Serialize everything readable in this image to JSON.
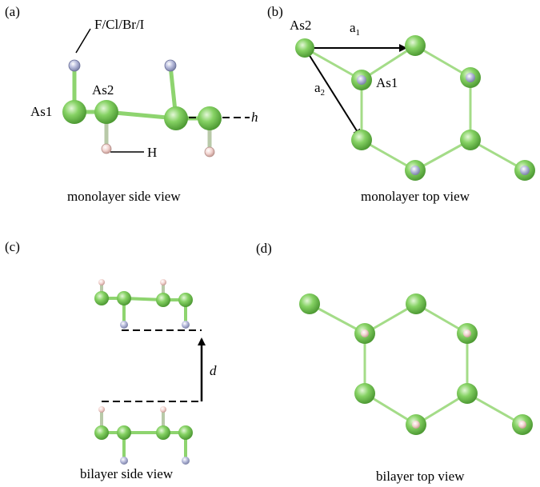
{
  "panels": {
    "a": {
      "tag": "(a)",
      "caption": "monolayer side view",
      "label_halogen": "F/Cl/Br/I",
      "label_as2": "As2",
      "label_as1": "As1",
      "label_h": "H",
      "label_height": "h"
    },
    "b": {
      "tag": "(b)",
      "caption": "monolayer top view",
      "label_as2": "As2",
      "label_as1": "As1",
      "vec1_letter": "a",
      "vec1_sub": "1",
      "vec2_letter": "a",
      "vec2_sub": "2"
    },
    "c": {
      "tag": "(c)",
      "caption": "bilayer side view",
      "label_distance": "d"
    },
    "d": {
      "tag": "(d)",
      "caption": "bilayer top view"
    }
  },
  "colors": {
    "arsenic": "#7fcf5e",
    "arsenic_edge": "#5aa640",
    "bond": "#8ed46f",
    "halogen": "#aab0d0",
    "hydrogen": "#f0d0cc"
  }
}
